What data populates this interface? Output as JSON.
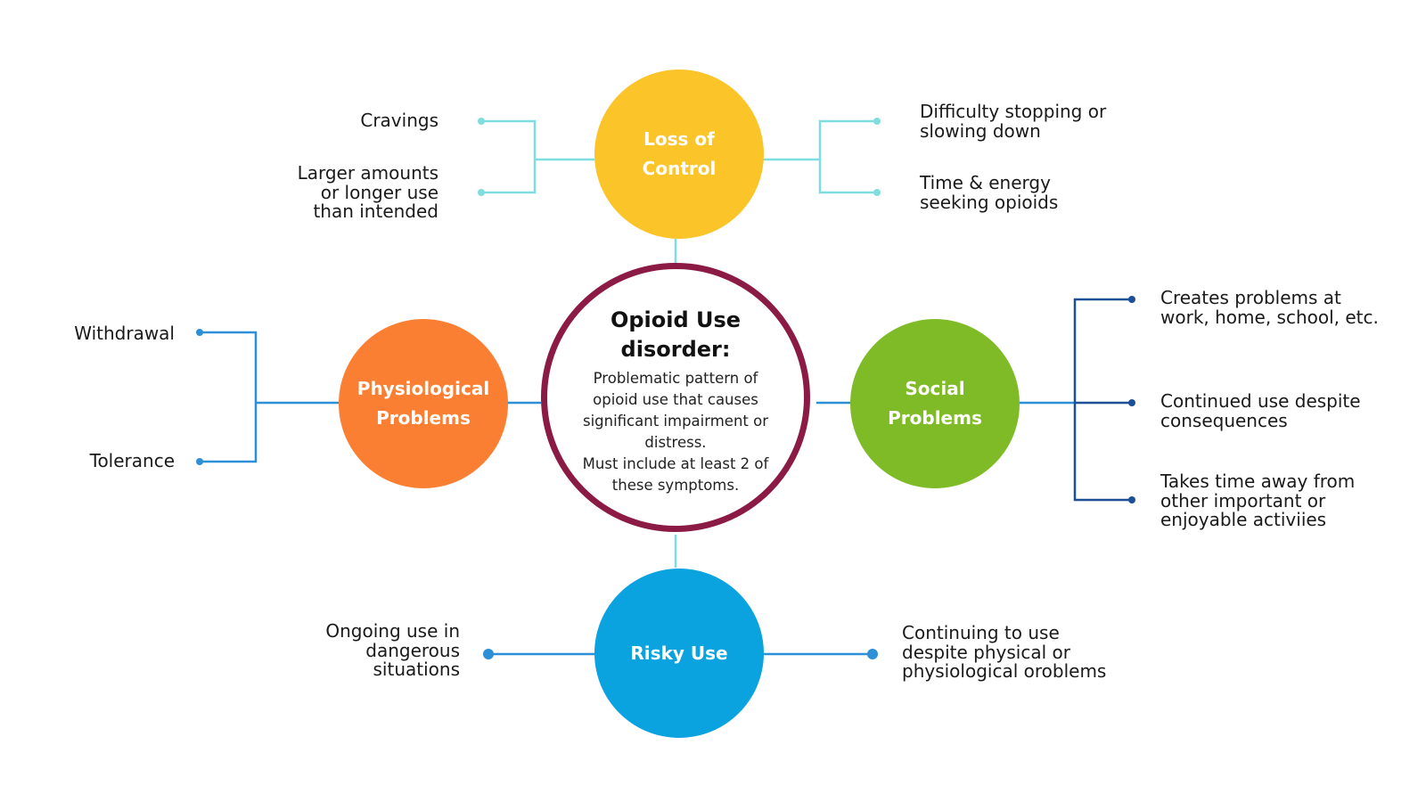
{
  "colors": {
    "center_border": "#8b1a44",
    "loss_of_control": "#fbc429",
    "physiological": "#fb7f33",
    "social": "#7fbb27",
    "risky_use": "#0aa2df",
    "connector_light": "#7fdde0",
    "connector_medium": "#2d8fd5",
    "connector_dark": "#1d4f96"
  },
  "center": {
    "title": "Opioid Use\ndisorder:",
    "body": "Problematic pattern of opioid use that causes significant impairment or distress.\nMust include at least 2 of these symptoms."
  },
  "categories": {
    "loss_of_control": {
      "label": "Loss of\nControl",
      "items_left": [
        "Cravings",
        "Larger amounts\nor longer use\nthan intended"
      ],
      "items_right": [
        "Difficulty stopping or\nslowing down",
        "Time  & energy\nseeking opioids"
      ]
    },
    "physiological": {
      "label": "Physiological\nProblems",
      "items_left": [
        "Withdrawal",
        "Tolerance"
      ]
    },
    "social": {
      "label": "Social\nProblems",
      "items_right": [
        "Creates problems at\nwork, home, school, etc.",
        "Continued use despite\nconsequences",
        "Takes time away from\nother important or\nenjoyable activiies"
      ]
    },
    "risky_use": {
      "label": "Risky Use",
      "items_left": [
        "Ongoing use in\ndangerous\nsituations"
      ],
      "items_right": [
        "Continuing to use\ndespite physical or\nphysiological oroblems"
      ]
    }
  }
}
